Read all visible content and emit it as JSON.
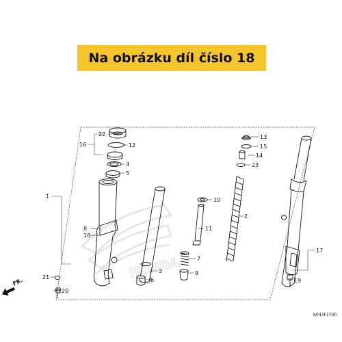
{
  "banner": {
    "text": "Na obrázku díl číslo 18",
    "color": "#f6c52c"
  },
  "diagram": {
    "direction_label": "FR.",
    "diagram_code": "K043F1700",
    "watermark": "HONDA",
    "callouts": [
      "1",
      "2",
      "3",
      "4",
      "5",
      "6",
      "7",
      "8",
      "9",
      "10",
      "11",
      "12",
      "13",
      "14",
      "15",
      "16",
      "17",
      "18",
      "19",
      "20",
      "21",
      "22",
      "23"
    ]
  }
}
